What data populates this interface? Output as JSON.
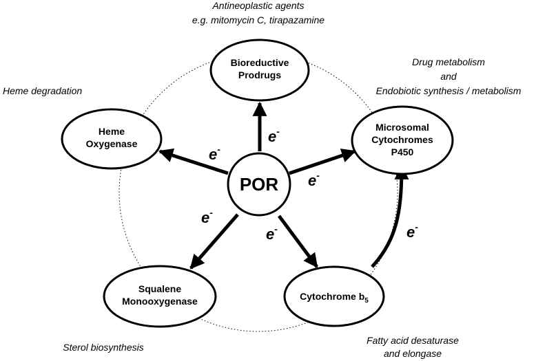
{
  "center": {
    "label": "POR"
  },
  "nodes": {
    "bioreductive": {
      "line1": "Bioreductive",
      "line2": "Prodrugs"
    },
    "p450": {
      "line1": "Microsomal",
      "line2": "Cytochromes",
      "line3": "P450"
    },
    "cytb5": {
      "label": "Cytochrome b",
      "subscript": "5"
    },
    "squalene": {
      "line1": "Squalene",
      "line2": "Monooxygenase"
    },
    "heme": {
      "line1": "Heme",
      "line2": "Oxygenase"
    }
  },
  "electron_label": {
    "base": "e",
    "sup": "-"
  },
  "notes": {
    "antineoplastic_line1": "Antineoplastic agents",
    "antineoplastic_line2": "e.g. mitomycin C, tirapazamine",
    "drug_metab_line1": "Drug metabolism",
    "drug_metab_line2": "and",
    "drug_metab_line3": "Endobiotic synthesis / metabolism",
    "heme_degradation": "Heme degradation",
    "sterol": "Sterol biosynthesis",
    "fatty_line1": "Fatty acid desaturase",
    "fatty_line2": "and elongase"
  },
  "colors": {
    "stroke": "#000000",
    "background": "#ffffff"
  }
}
